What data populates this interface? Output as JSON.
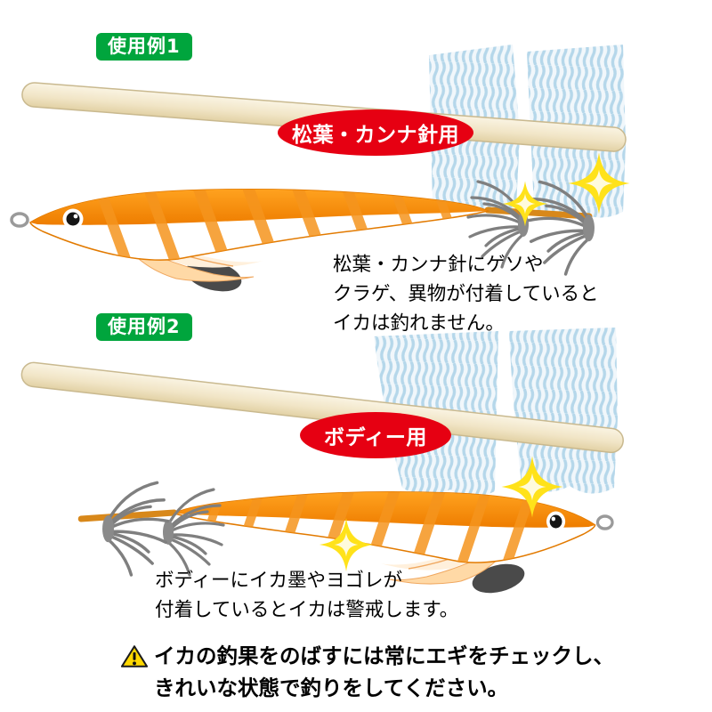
{
  "sections": {
    "example1": {
      "badge": "使用例1",
      "target_badge": "松葉・カンナ針用",
      "caption": [
        "松葉・カンナ針にゲソや",
        "クラゲ、異物が付着していると",
        "イカは釣れません。"
      ]
    },
    "example2": {
      "badge": "使用例2",
      "target_badge": "ボディー用",
      "caption": [
        "ボディーにイカ墨やヨゴレが",
        "付着しているとイカは警戒します。"
      ]
    }
  },
  "footer": {
    "icon": "warning-triangle",
    "lines": [
      "イカの釣果をのばすには常にエギをチェックし、",
      "きれいな状態で釣りをしてください。"
    ]
  },
  "colors": {
    "badge_green": "#00A53D",
    "badge_red": "#E60012",
    "lure_orange": "#F08300",
    "lure_orange_dark": "#E27A00",
    "handle_cream": "#F1E5C6",
    "bristle_blue": "#B5D7EA",
    "sparkle_yellow": "#FFE21A",
    "hook_gray": "#7F7F7F",
    "sinker_gray": "#4A4A4A",
    "warning_yellow": "#FFD800",
    "text_black": "#000000"
  }
}
